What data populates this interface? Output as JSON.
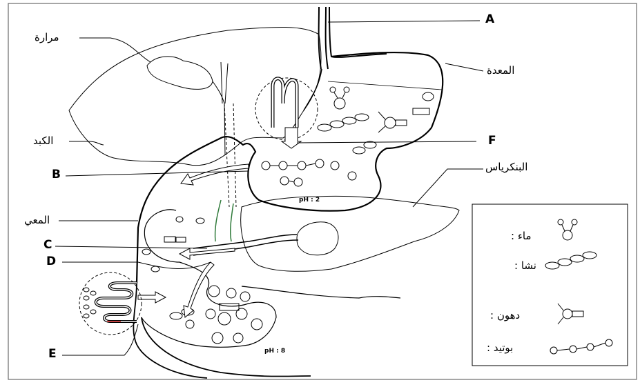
{
  "labels": {
    "A": "A",
    "B": "B",
    "C": "C",
    "D": "D",
    "E": "E",
    "F": "F",
    "gallbladder": "مرارة",
    "stomach": "المعدة",
    "liver": "الكبد",
    "pancreas": "البنكرياس",
    "intestine": "المعي",
    "ph_stomach": "pH : 2",
    "ph_intestine": "pH : 8"
  },
  "legend": [
    {
      "label": "ماء",
      "icon": "water-molecule-icon"
    },
    {
      "label": "نشا",
      "icon": "starch-chain-icon"
    },
    {
      "label": "دهون",
      "icon": "fat-molecule-icon"
    },
    {
      "label": "بوتيد",
      "icon": "peptide-chain-icon"
    }
  ],
  "colors": {
    "stroke": "#000000",
    "border": "#6a6a6a",
    "duct_highlight": "#2f7a3a",
    "villus_highlight": "#c04040"
  }
}
